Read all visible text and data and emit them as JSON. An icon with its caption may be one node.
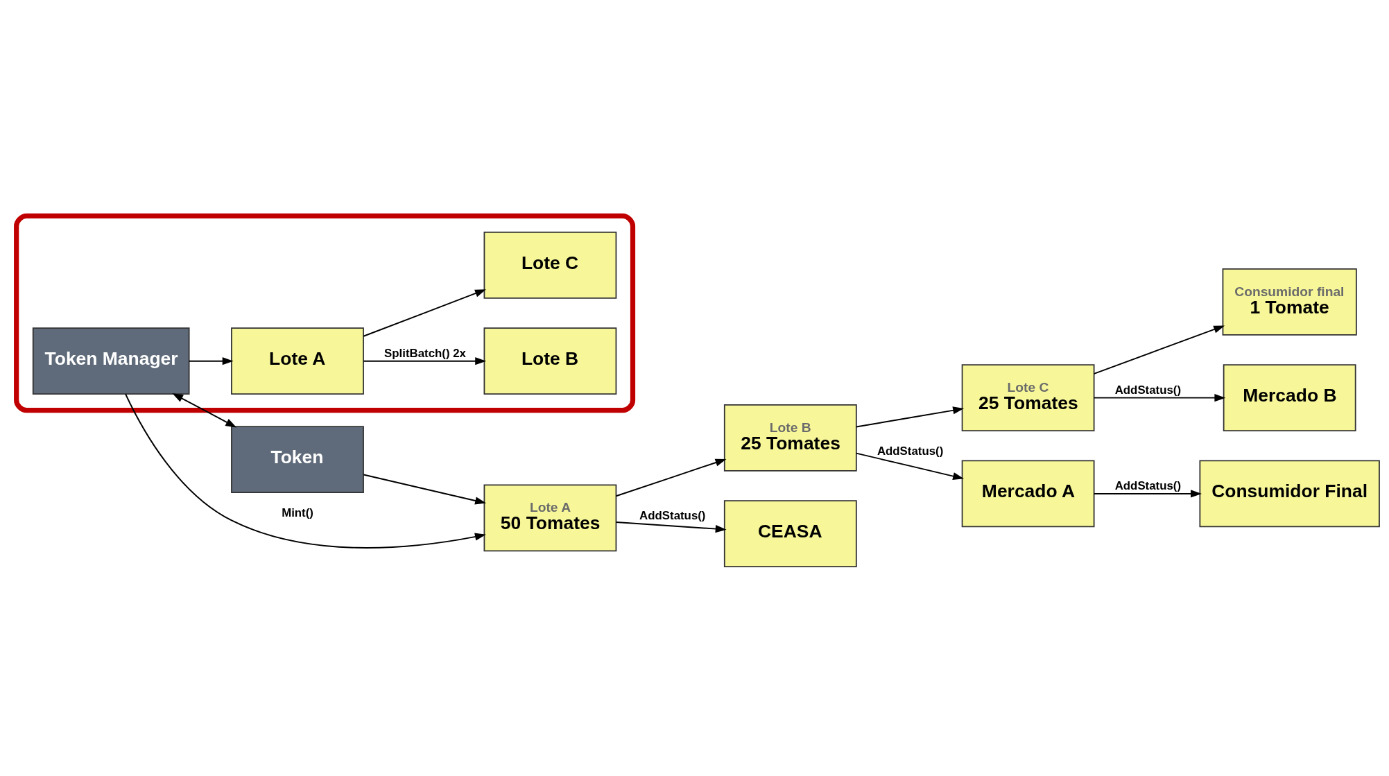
{
  "diagram": {
    "nodes": [
      {
        "text": [],
        "shape": "box"
      },
      {
        "text": [
          "Token Manager"
        ],
        "in": 0
      },
      {
        "text": [
          "Lote A"
        ],
        "in": 0
      },
      {
        "text": [
          "Lote B"
        ],
        "in": 0
      },
      {
        "text": [
          "Lote C"
        ],
        "in": 0
      },
      {
        "text": [
          "Token"
        ]
      },
      {
        "text": [
          "Lote A",
          "50 Tomates"
        ]
      },
      {
        "text": [
          "Lote B",
          "25 Tomates"
        ]
      },
      {
        "text": [
          "Lote C",
          "25 Tomates"
        ]
      },
      {
        "text": [
          "Consumidor final",
          "1 Tomate"
        ]
      },
      {
        "text": [
          "CEASA"
        ]
      },
      {
        "text": [
          "Mercado A"
        ]
      },
      {
        "text": [
          "Mercado B"
        ]
      },
      {
        "text": [
          "Consumidor Final"
        ]
      }
    ],
    "edges": [
      {
        "from": 1,
        "to": 2,
        "arrow": "to"
      },
      {
        "from": 2,
        "to": 3,
        "arrow": "to",
        "label": "SplitBatch() 2x"
      },
      {
        "from": 2,
        "to": 4,
        "arrow": "to"
      },
      {
        "from": 1,
        "to": 5,
        "arrow": "both"
      },
      {
        "from": 1,
        "to": 6,
        "arrow": "to",
        "label": "Mint()"
      },
      {
        "from": 5,
        "to": 6,
        "arrow": "to"
      },
      {
        "from": 6,
        "to": 7,
        "arrow": "to"
      },
      {
        "from": 7,
        "to": 8,
        "arrow": "to"
      },
      {
        "from": 8,
        "to": 9,
        "arrow": "to"
      },
      {
        "from": 6,
        "to": 10,
        "arrow": "to",
        "label": "AddStatus()"
      },
      {
        "from": 7,
        "to": 11,
        "arrow": "to",
        "label": "AddStatus()"
      },
      {
        "from": 8,
        "to": 12,
        "arrow": "to",
        "label": "AddStatus()"
      },
      {
        "from": 11,
        "to": 13,
        "arrow": "to",
        "label": "AddStatus()"
      }
    ]
  }
}
